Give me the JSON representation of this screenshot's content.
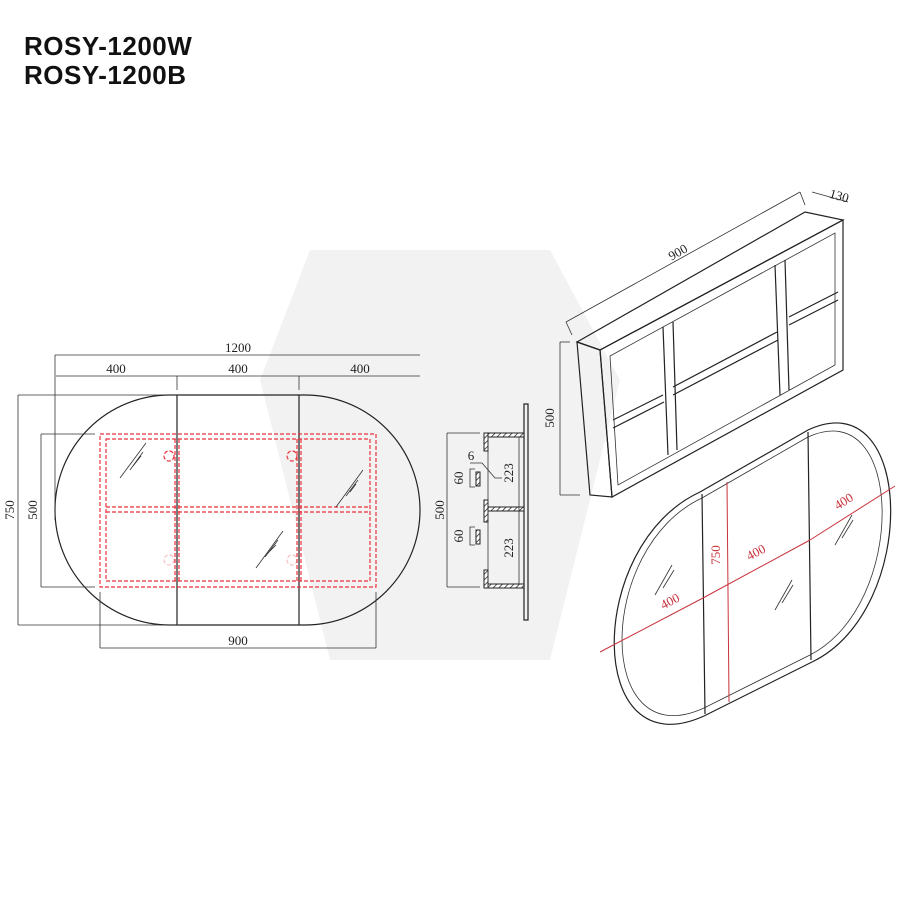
{
  "titles": [
    "ROSY-1200W",
    "ROSY-1200B"
  ],
  "front_view": {
    "overall_width": "1200",
    "door_widths": [
      "400",
      "400",
      "400"
    ],
    "overall_height": "750",
    "cabinet_height": "500",
    "cabinet_width": "900"
  },
  "side_view": {
    "height": "500",
    "thickness": "6",
    "hinge_offsets": [
      "60",
      "60"
    ],
    "shelf_heights": [
      "223",
      "223"
    ]
  },
  "isometric_cabinet": {
    "width": "900",
    "depth": "130",
    "height": "500"
  },
  "isometric_mirror": {
    "height": "750",
    "door_widths": [
      "400",
      "400",
      "400"
    ]
  },
  "colors": {
    "line": "#222222",
    "hidden": "#e8323c"
  }
}
